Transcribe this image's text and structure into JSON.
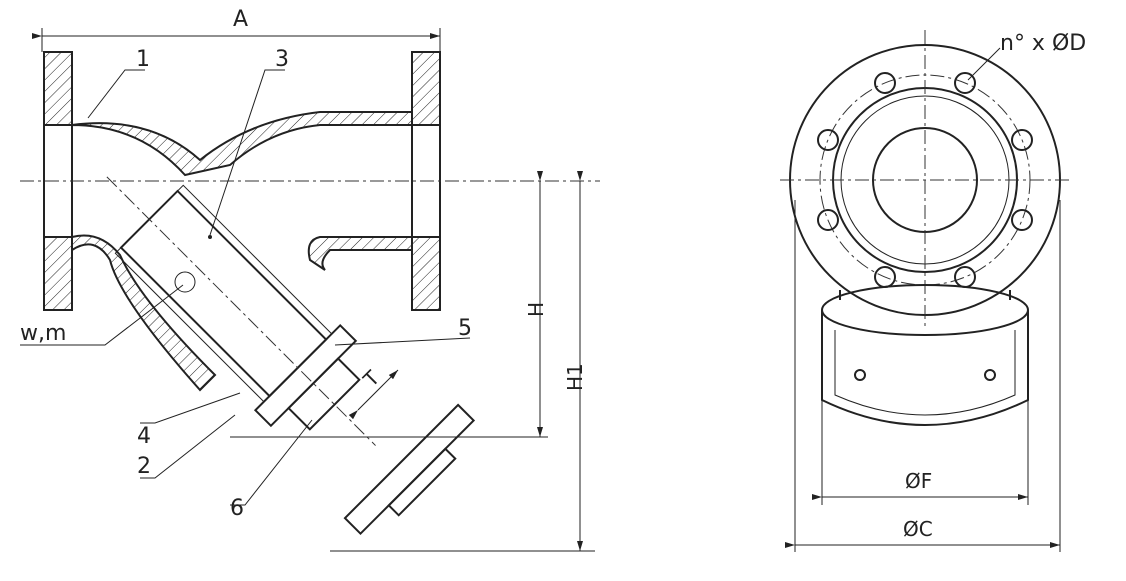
{
  "side_view": {
    "dimension_A": "A",
    "dimension_H": "H",
    "dimension_H1": "H1",
    "dimension_T": "T",
    "parts": [
      "1",
      "3",
      "4",
      "2",
      "6",
      "5"
    ],
    "mesh_label": "w,m"
  },
  "front_view": {
    "bolt_holes": "n° x ØD",
    "dimension_F": "ØF",
    "dimension_C": "ØC"
  }
}
